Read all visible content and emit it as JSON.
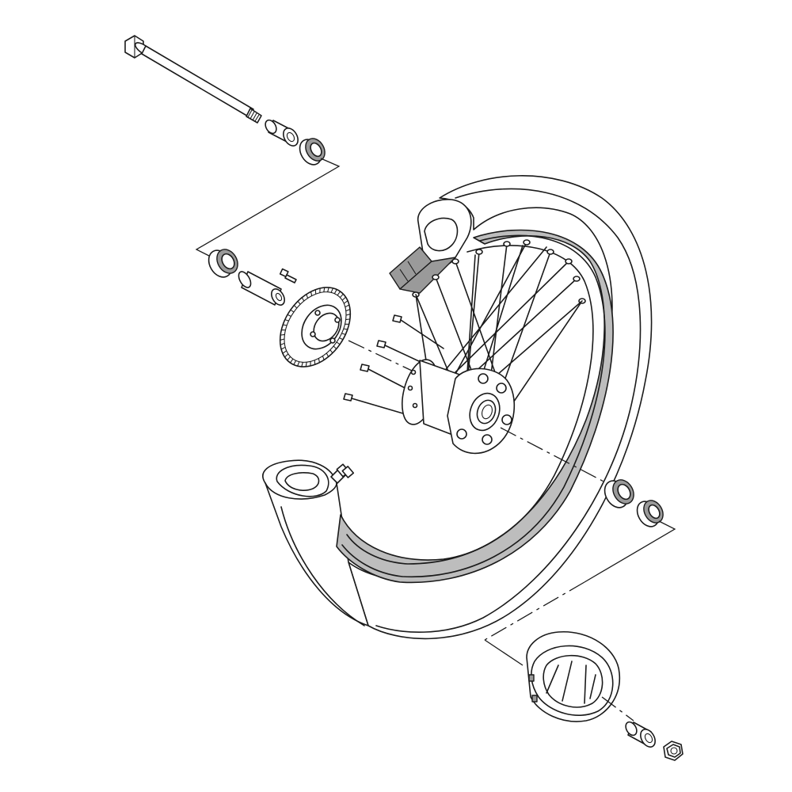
{
  "diagram": {
    "type": "exploded-view",
    "parts": [
      {
        "id": "axle",
        "icon": "axle-bolt-icon"
      },
      {
        "id": "axle-collar-left",
        "icon": "collar-icon"
      },
      {
        "id": "oil-seal-left",
        "icon": "oil-seal-icon"
      },
      {
        "id": "bearing-left",
        "icon": "bearing-icon"
      },
      {
        "id": "spacer",
        "icon": "spacer-tube-icon"
      },
      {
        "id": "sensor-rotor-screw",
        "icon": "screw-icon"
      },
      {
        "id": "sensor-rotor",
        "icon": "abs-rotor-icon"
      },
      {
        "id": "tire",
        "icon": "tire-icon"
      },
      {
        "id": "inner-tube",
        "icon": "inner-tube-icon"
      },
      {
        "id": "rim-band",
        "icon": "rim-band-icon"
      },
      {
        "id": "hub",
        "icon": "hub-icon"
      },
      {
        "id": "spokes",
        "icon": "spoke-icon"
      },
      {
        "id": "valve",
        "icon": "valve-icon"
      },
      {
        "id": "bearing-right",
        "icon": "bearing-icon"
      },
      {
        "id": "oil-seal-right",
        "icon": "oil-seal-icon"
      },
      {
        "id": "meter-gear-housing",
        "icon": "gear-housing-icon"
      },
      {
        "id": "axle-collar-right",
        "icon": "collar-icon"
      },
      {
        "id": "axle-nut",
        "icon": "nut-icon"
      }
    ],
    "colors": {
      "line": "#1a1a1a",
      "rim": "#bdbdbd",
      "background": "#ffffff"
    }
  }
}
